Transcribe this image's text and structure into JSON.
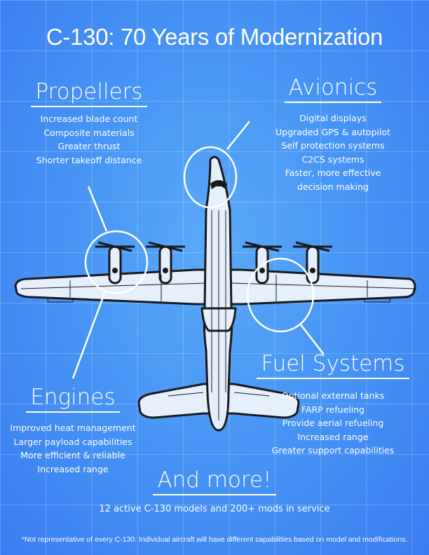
{
  "title": "C-130: 70 Years of Modernization",
  "sections": {
    "propellers": {
      "heading": "Propellers",
      "items": [
        "Increased blade count",
        "Composite materials",
        "Greater thrust",
        "Shorter takeoff distance"
      ]
    },
    "avionics": {
      "heading": "Avionics",
      "items": [
        "Digital displays",
        "Upgraded GPS & autopilot",
        "Self protection systems",
        "C2CS systems",
        "Faster, more effective",
        "decision making"
      ]
    },
    "engines": {
      "heading": "Engines",
      "items": [
        "Improved heat management",
        "Larger payload capabilities",
        "More efficient & reliable",
        "Increased range"
      ]
    },
    "fuel_systems": {
      "heading": "Fuel Systems",
      "items": [
        "Optional external tanks",
        "FARP refueling",
        "Provide aerial refueling",
        "Increased range",
        "Greater support capabilities"
      ]
    },
    "more": {
      "heading": "And more!",
      "text": "12 active C-130 models and 200+ mods in service"
    }
  },
  "footnote": "*Not representative of every C-130. Individual aircraft will have different capabilities based on model and modifications.",
  "colors": {
    "background": "#4a98f6",
    "aircraft_fill": "#e6f0fc",
    "outline": "#1a1a1a"
  }
}
